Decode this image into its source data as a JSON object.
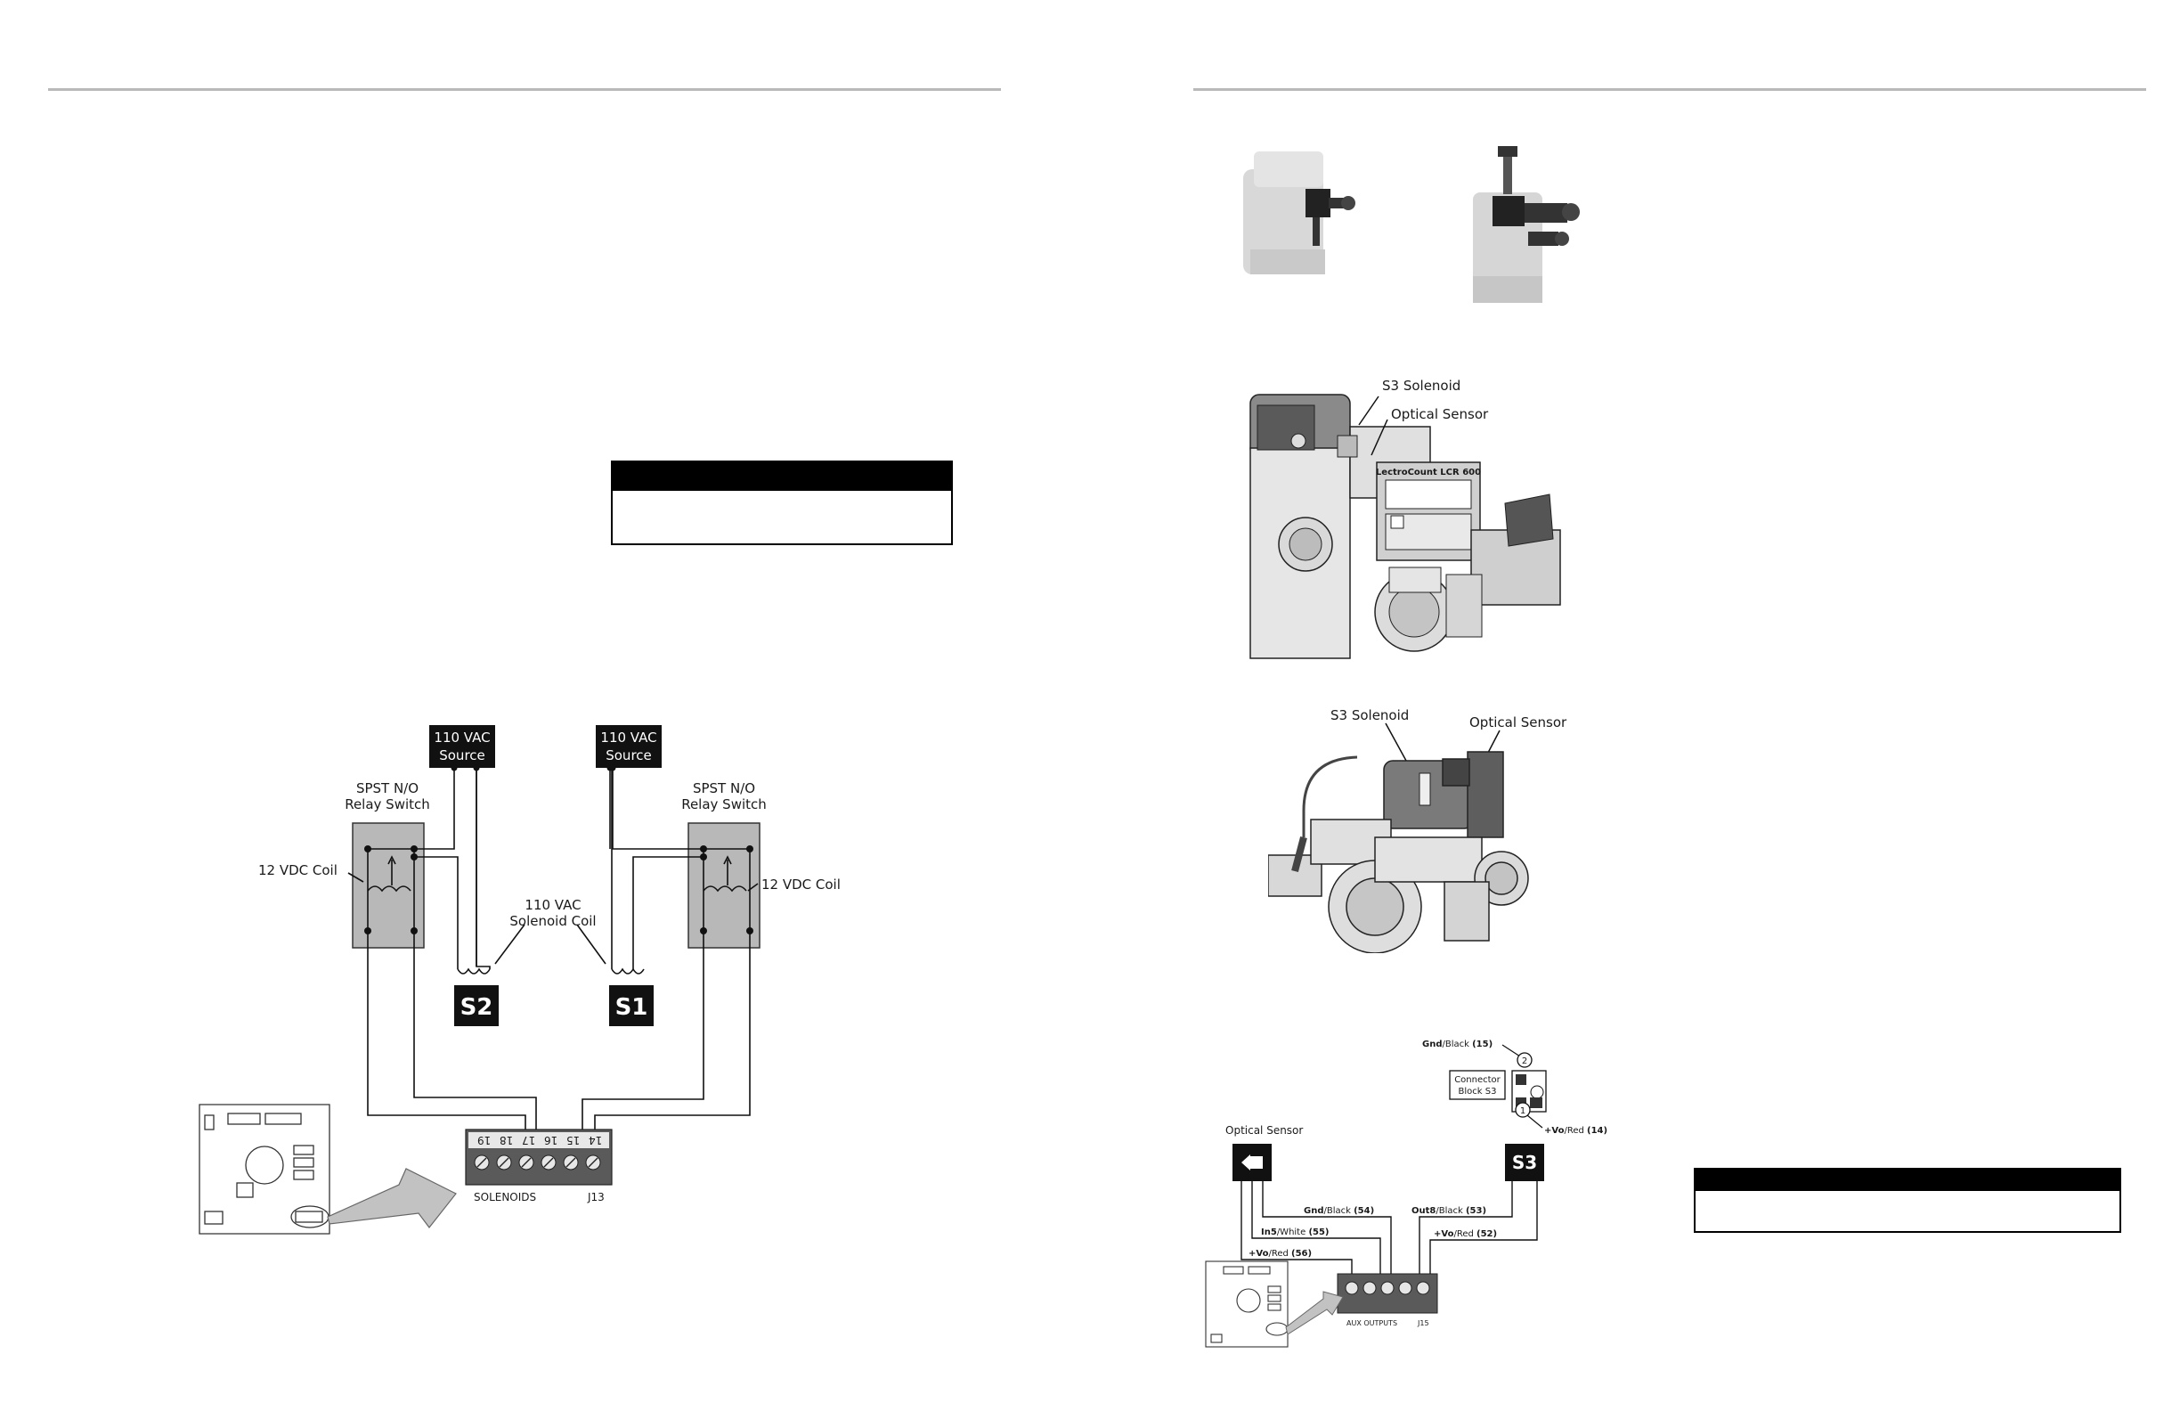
{
  "relay_diagram": {
    "source_label_line1": "110 VAC",
    "source_label_line2": "Source",
    "relay_label_line1": "SPST N/O",
    "relay_label_line2": "Relay Switch",
    "coil_label": "12 VDC Coil",
    "solenoid_coil_line1": "110 VAC",
    "solenoid_coil_line2": "Solenoid Coil",
    "s2": "S2",
    "s1": "S1",
    "terminals": [
      "19",
      "18",
      "17",
      "16",
      "15",
      "14"
    ],
    "block_label": "SOLENOIDS",
    "block_id": "J13"
  },
  "meter_top_view": {
    "s3_solenoid": "S3 Solenoid",
    "optical_sensor": "Optical Sensor",
    "nameplate": "LectroCount LCR 600"
  },
  "meter_side_view": {
    "s3_solenoid": "S3 Solenoid",
    "optical_sensor": "Optical Sensor"
  },
  "sensor_diagram": {
    "optical_sensor": "Optical Sensor",
    "s3": "S3",
    "connector_line1": "Connector",
    "connector_line2": "Block S3",
    "gnd_black_15_a": "Gnd",
    "gnd_black_15_b": "/Black ",
    "gnd_black_15_c": "(15)",
    "vo_red_14_a": "+Vo",
    "vo_red_14_b": "/Red ",
    "vo_red_14_c": "(14)",
    "pin2": "2",
    "pin1": "1",
    "gnd_black_54_a": "Gnd",
    "gnd_black_54_b": "/Black ",
    "gnd_black_54_c": "(54)",
    "in5_white_55_a": "In5",
    "in5_white_55_b": "/White ",
    "in5_white_55_c": "(55)",
    "vo_red_56_a": "+Vo",
    "vo_red_56_b": "/Red ",
    "vo_red_56_c": "(56)",
    "out8_black_53_a": "Out8",
    "out8_black_53_b": "/Black ",
    "out8_black_53_c": "(53)",
    "vo_red_52_a": "+Vo",
    "vo_red_52_b": "/Red ",
    "vo_red_52_c": "(52)",
    "block_label": "AUX OUTPUTS",
    "block_id": "J15"
  }
}
